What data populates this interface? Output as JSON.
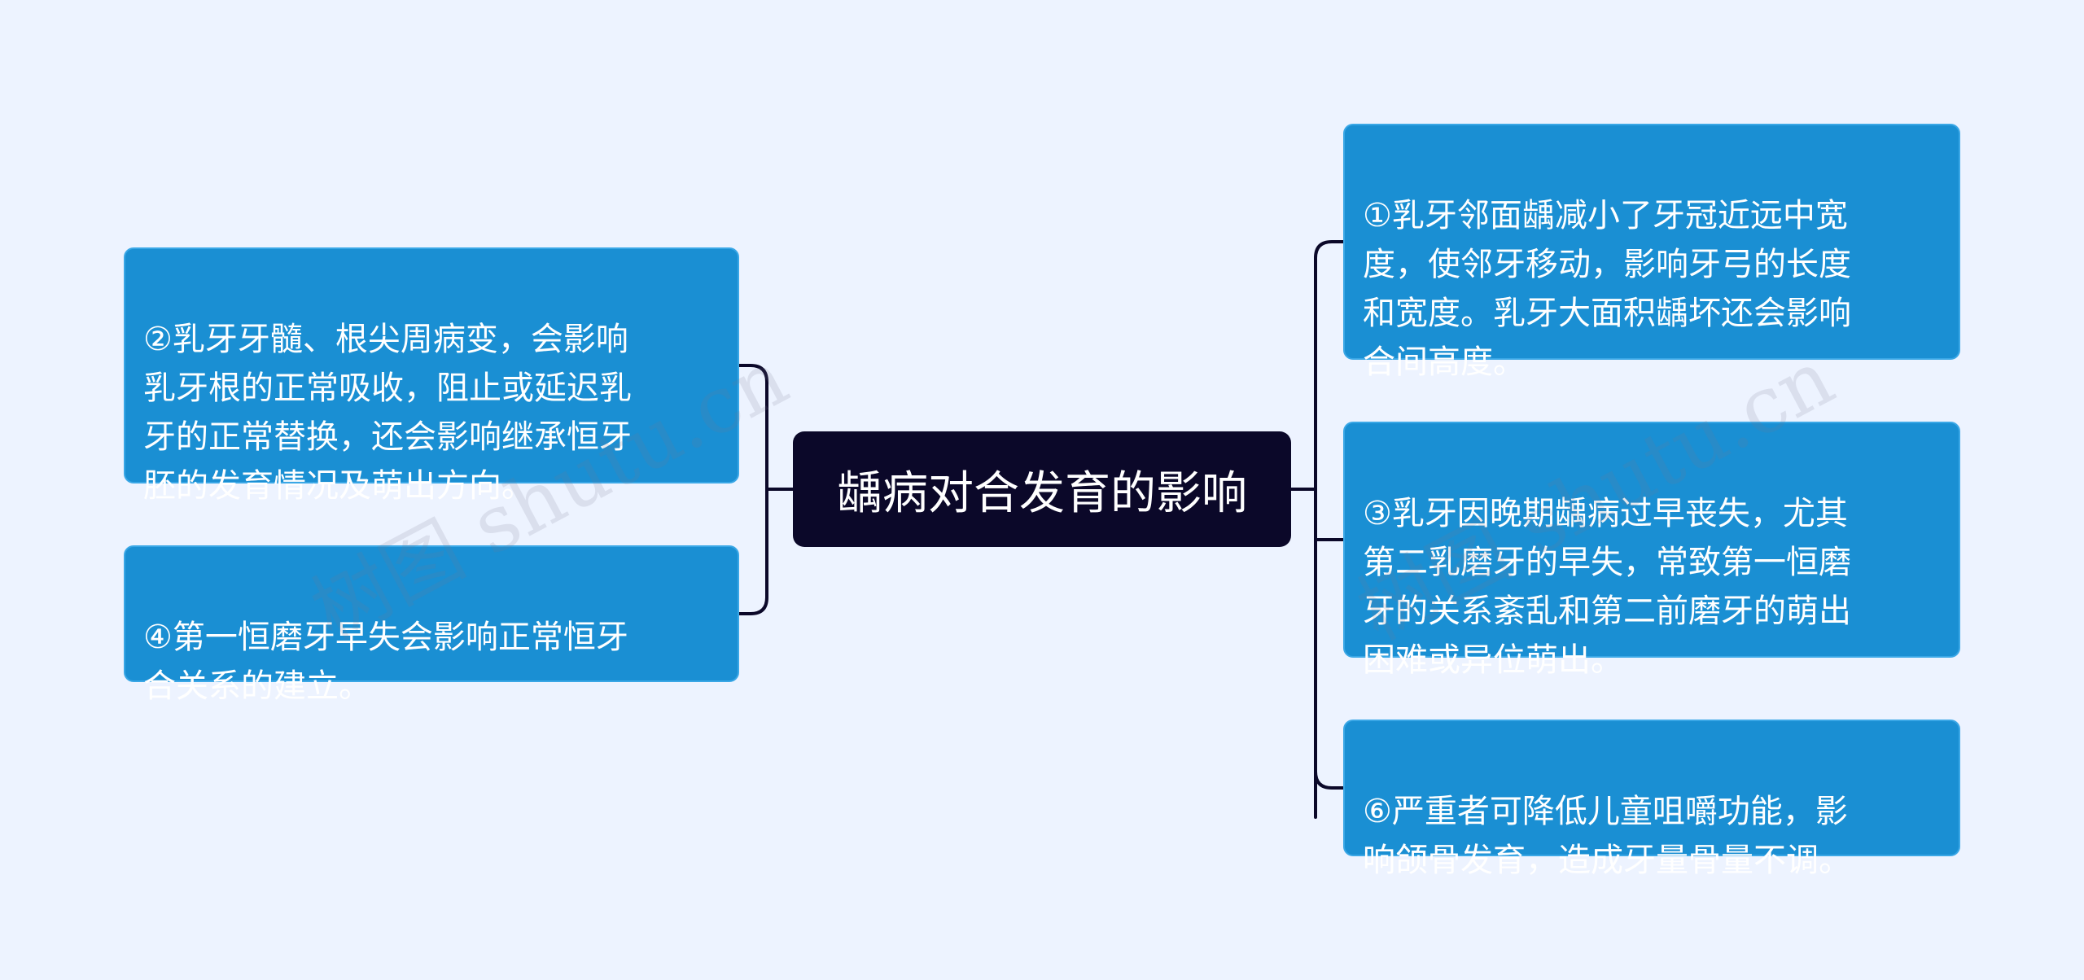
{
  "center": {
    "title": "龋病对合发育的影响"
  },
  "left_nodes": [
    {
      "text": "②乳牙牙髓、根尖周病变，会影响\n乳牙根的正常吸收，阻止或延迟乳\n牙的正常替换，还会影响继承恒牙\n胚的发育情况及萌出方向。"
    },
    {
      "text": "④第一恒磨牙早失会影响正常恒牙\n合关系的建立。"
    }
  ],
  "right_nodes": [
    {
      "text": "①乳牙邻面龋减小了牙冠近远中宽\n度，使邻牙移动，影响牙弓的长度\n和宽度。乳牙大面积龋坏还会影响\n合间高度。"
    },
    {
      "text": "③乳牙因晚期龋病过早丧失，尤其\n第二乳磨牙的早失，常致第一恒磨\n牙的关系紊乱和第二前磨牙的萌出\n困难或异位萌出。"
    },
    {
      "text": "⑥严重者可降低儿童咀嚼功能，影\n响颌骨发育，造成牙量骨量不调。"
    }
  ],
  "watermark": {
    "text": "树图 shutu.cn"
  },
  "colors": {
    "background": "#edf3ff",
    "node_fill": "#1a8fd3",
    "center_fill": "#0b0829",
    "connector": "#0b0829"
  }
}
